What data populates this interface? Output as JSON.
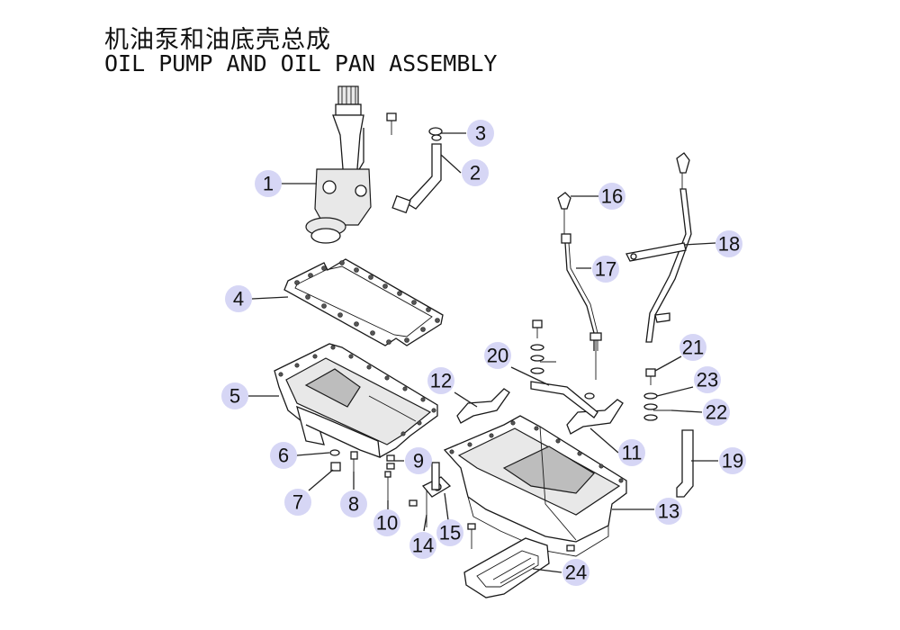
{
  "title": {
    "chinese": "机油泵和油底壳总成",
    "english": "OIL PUMP AND OIL PAN ASSEMBLY"
  },
  "callouts": [
    "1",
    "2",
    "3",
    "4",
    "5",
    "6",
    "7",
    "8",
    "9",
    "10",
    "11",
    "12",
    "13",
    "14",
    "15",
    "16",
    "17",
    "18",
    "19",
    "20",
    "21",
    "22",
    "23",
    "24"
  ],
  "colors": {
    "callout_fill": "#d6d6f5",
    "line": "#1a1a1a"
  }
}
